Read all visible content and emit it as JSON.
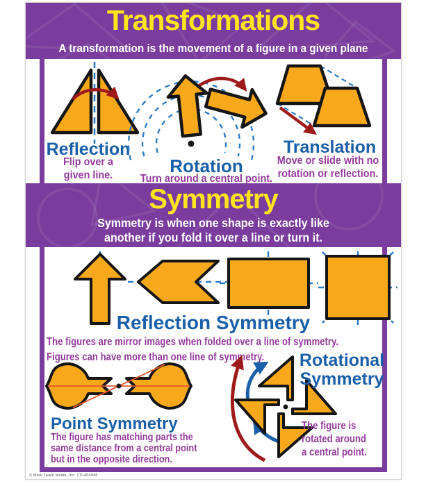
{
  "poster": {
    "header": {
      "title": "Transformations",
      "subtitle": "A transformation is the movement of a figure in a given plane"
    },
    "transformations": [
      {
        "name": "Reflection",
        "caption_lines": [
          "Flip over a",
          "given line."
        ]
      },
      {
        "name": "Rotation",
        "caption_lines": [
          "Turn around a central point."
        ]
      },
      {
        "name": "Translation",
        "caption_lines": [
          "Move or slide with no",
          "rotation or reflection."
        ]
      }
    ],
    "symmetry_band": {
      "title": "Symmetry",
      "subtitle_lines": [
        "Symmetry is when one shape is exactly like",
        "another if you fold it over a line or turn it."
      ]
    },
    "reflection_symmetry": {
      "title": "Reflection Symmetry",
      "body_lines": [
        "The figures are mirror images when folded over a line of symmetry.",
        "Figures can have more than one line of symmetry."
      ]
    },
    "point_symmetry": {
      "title": "Point Symmetry",
      "body_lines": [
        "The figure has matching parts the",
        "same distance from a central point",
        "but in the opposite direction."
      ]
    },
    "rotational_symmetry": {
      "title_lines": [
        "Rotational",
        "Symmetry"
      ],
      "body_lines": [
        "The figure is",
        "rotated around",
        "a central point."
      ]
    },
    "footer": {
      "copyright": "© Mark Twain Media, Inc.  CD-404048"
    }
  },
  "colors": {
    "band_purple": "#7B3D9D",
    "title_yellow": "#FFE51D",
    "heading_blue": "#1A5FA8",
    "body_purple": "#943C9C",
    "shape_gold": "#F7A81B",
    "shape_outline": "#151515",
    "dash_blue": "#2E7BC5",
    "arrow_dark_red": "#9E1B1B",
    "point_line_red": "#E2572E"
  }
}
